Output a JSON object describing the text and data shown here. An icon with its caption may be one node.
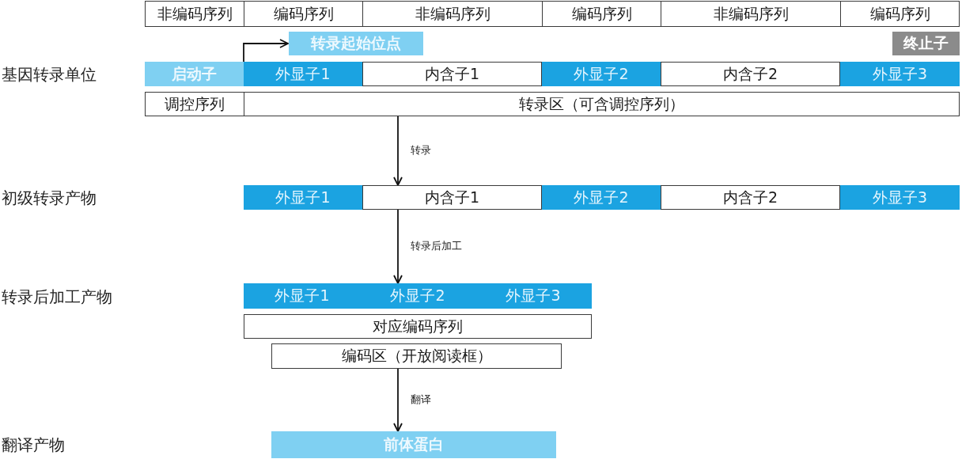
{
  "diagram": {
    "nodes": [
      {
        "text": [
          "非编码序列"
        ]
      },
      {
        "text": [
          "编码序列"
        ]
      },
      {
        "text": [
          "非编码序列"
        ]
      },
      {
        "text": [
          "编码序列"
        ]
      },
      {
        "text": [
          "非编码序列"
        ]
      },
      {
        "text": [
          "编码序列"
        ]
      },
      {
        "text": [
          "转录起始位点"
        ]
      },
      {
        "text": [
          "终止子"
        ]
      },
      {
        "text": [
          "启动子"
        ]
      },
      {
        "text": [
          "外显子1"
        ]
      },
      {
        "text": [
          "内含子1"
        ]
      },
      {
        "text": [
          "外显子2"
        ]
      },
      {
        "text": [
          "内含子2"
        ]
      },
      {
        "text": [
          "外显子3"
        ]
      },
      {
        "text": [
          "调控序列"
        ]
      },
      {
        "text": [
          "转录区（可含调控序列）"
        ]
      },
      {
        "text": [
          "外显子1"
        ]
      },
      {
        "text": [
          "内含子1"
        ]
      },
      {
        "text": [
          "外显子2"
        ]
      },
      {
        "text": [
          "内含子2"
        ]
      },
      {
        "text": [
          "外显子3"
        ]
      },
      {
        "text": [
          "外显子1",
          "外显子2",
          "外显子3"
        ]
      },
      {
        "text": [
          "对应编码序列"
        ]
      },
      {
        "text": [
          "编码区（开放阅读框）"
        ]
      },
      {
        "text": [
          "前体蛋白"
        ]
      }
    ],
    "edges": [
      {
        "from": 15,
        "to": 17,
        "arrow": "to",
        "label": "转录"
      },
      {
        "from": 17,
        "to": 21,
        "arrow": "to",
        "label": "转录后加工"
      },
      {
        "from": 23,
        "to": 24,
        "arrow": "to",
        "label": "翻译"
      },
      {
        "from": 9,
        "to": 6,
        "arrow": "to"
      }
    ],
    "labels": [
      "基因转录单位",
      "初级转录产物",
      "转录后加工产物",
      "翻译产物"
    ]
  }
}
